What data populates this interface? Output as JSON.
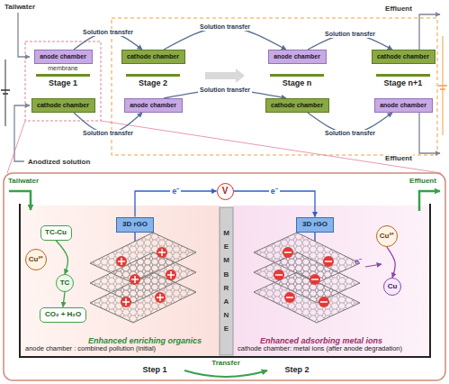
{
  "diagram": {
    "nodes": [
      {
        "text": [
          "anode chamber"
        ]
      },
      {
        "text": [
          "cathode chamber"
        ]
      },
      {
        "text": [
          "anode chamber"
        ]
      },
      {
        "text": [
          "cathode chamber"
        ]
      },
      {
        "text": [
          "cathode chamber"
        ]
      },
      {
        "text": [
          "anode chamber"
        ]
      },
      {
        "text": [
          "cathode chamber"
        ]
      },
      {
        "text": [
          "anode chamber"
        ]
      },
      {
        "text": [
          "V"
        ]
      },
      {
        "text": [
          "3D rGO"
        ]
      },
      {
        "text": [
          "3D rGO"
        ]
      },
      {
        "text": [
          "Enhanced enriching organics",
          "anode chamber : combined pollution (initial)"
        ]
      },
      {
        "text": [
          "TC-Cu"
        ],
        "in": 11
      },
      {
        "text": [
          "Cu²⁺"
        ],
        "in": 11
      },
      {
        "text": [
          "TC"
        ],
        "in": 11
      },
      {
        "text": [
          "CO₂ + H₂O"
        ],
        "in": 11
      },
      {
        "text": [
          "Enhanced adsorbing metal ions",
          "cathode chamber: metal ions (after anode degradation)"
        ]
      },
      {
        "text": [
          "Cu²⁺"
        ],
        "in": 16
      },
      {
        "text": [
          "Cu"
        ],
        "in": 16
      }
    ],
    "edges": [
      {
        "from": 0,
        "to": 1,
        "label": "Solution transfer",
        "arrow": "to"
      },
      {
        "from": 1,
        "to": 2,
        "label": "Solution transfer",
        "arrow": "to"
      },
      {
        "from": 2,
        "to": 3,
        "label": "Solution transfer",
        "arrow": "to"
      },
      {
        "from": 4,
        "to": 5,
        "label": "Solution transfer",
        "arrow": "to"
      },
      {
        "from": 5,
        "to": 6,
        "label": "Solution transfer",
        "arrow": "to"
      },
      {
        "from": 6,
        "to": 7,
        "label": "Solution transfer",
        "arrow": "to"
      },
      {
        "from": 9,
        "to": 8,
        "label": "e⁻",
        "arrow": "to"
      },
      {
        "from": 8,
        "to": 10,
        "label": "e⁻",
        "arrow": "to"
      },
      {
        "from": 12,
        "to": 14,
        "arrow": "to"
      },
      {
        "from": 14,
        "to": 15,
        "arrow": "to"
      },
      {
        "from": 17,
        "to": 18,
        "arrow": "to"
      }
    ],
    "labels": [
      "Tailwater",
      "Effluent",
      "membrane",
      "Stage 1",
      "Stage 2",
      "Stage n",
      "Stage n+1",
      "Anodized solution",
      "Effluent",
      "Tailwater",
      "Effluent",
      "MEMBRANE",
      "e⁻",
      "Step 1",
      "Transfer",
      "Step 2"
    ]
  }
}
